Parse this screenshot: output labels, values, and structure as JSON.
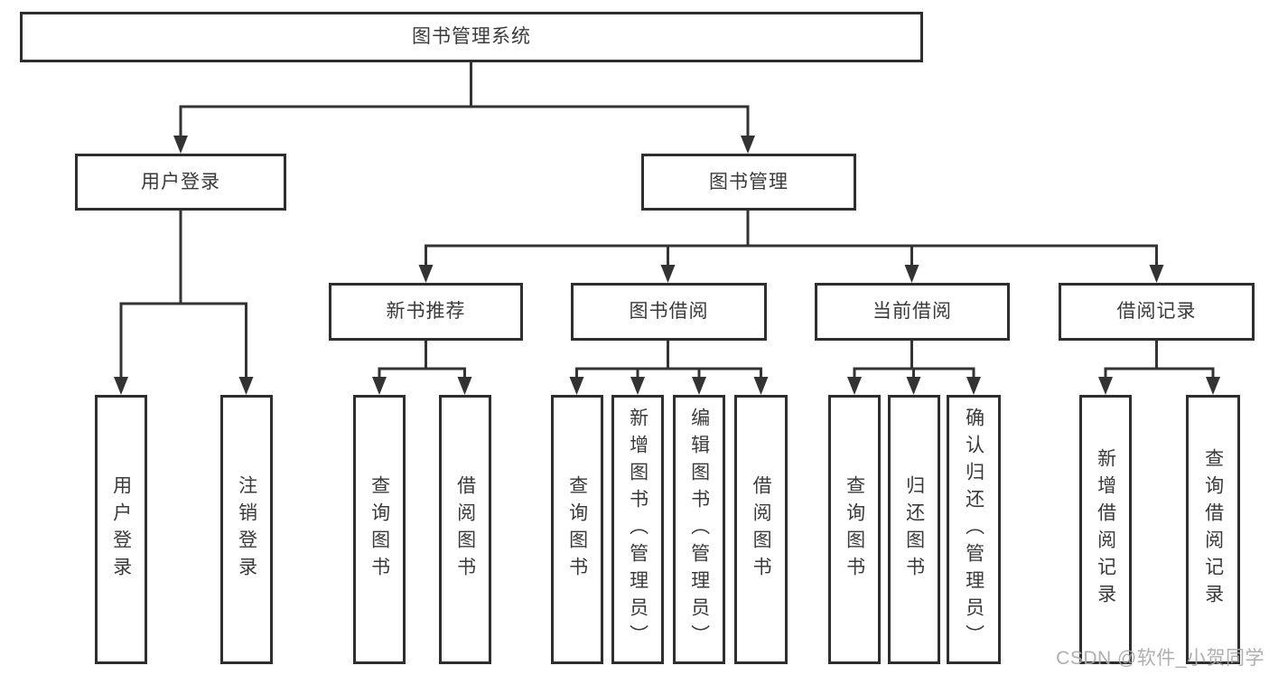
{
  "diagram": {
    "root": "图书管理系统",
    "level2": {
      "user_login": "用户登录",
      "book_management": "图书管理"
    },
    "level3": {
      "new_book_recommendation": "新书推荐",
      "book_borrowing": "图书借阅",
      "current_borrowing": "当前借阅",
      "borrowing_records": "借阅记录"
    },
    "leaves": {
      "user_login": "用户登录",
      "logout": "注销登录",
      "query_books_1": "查询图书",
      "borrow_books_1": "借阅图书",
      "query_books_2": "查询图书",
      "add_books_admin": "新增图书（管理员）",
      "edit_books_admin": "编辑图书（管理员）",
      "borrow_books_2": "借阅图书",
      "query_books_3": "查询图书",
      "return_books": "归还图书",
      "confirm_return_admin": "确认归还（管理员）",
      "add_borrow_record": "新增借阅记录",
      "query_borrow_record": "查询借阅记录"
    },
    "watermark": "CSDN @软件_小贺同学",
    "colors": {
      "line": "#333333",
      "box_border": "#2e2e2e",
      "text": "#3a3a3a",
      "watermark": "#a8a8a8",
      "background": "#ffffff"
    }
  }
}
